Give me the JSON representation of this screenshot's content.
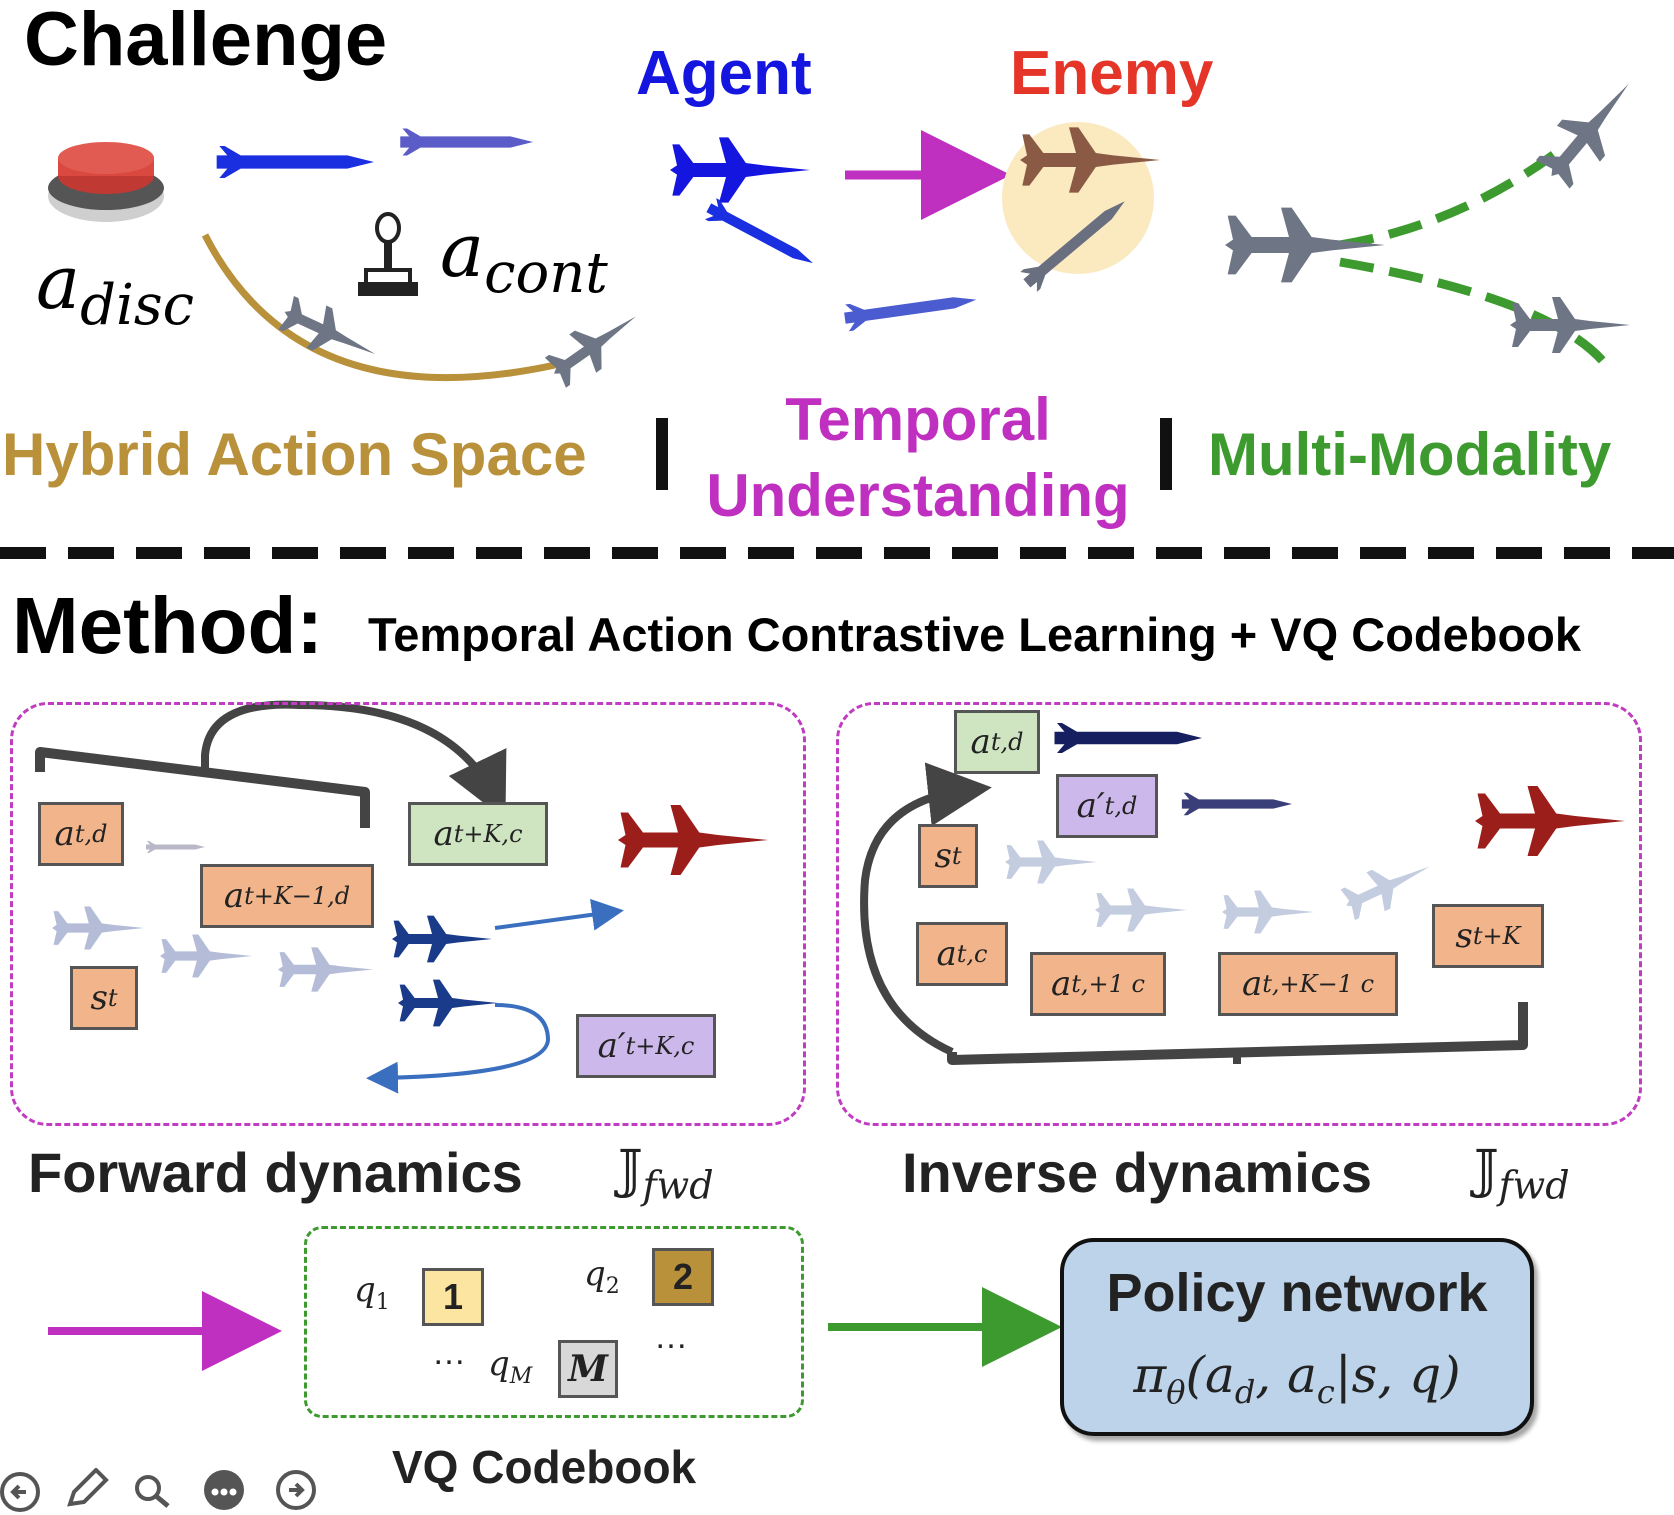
{
  "challenge": {
    "title": "Challenge",
    "agent_label": "Agent",
    "enemy_label": "Enemy",
    "a_disc": "a",
    "a_disc_sub": "disc",
    "a_cont": "a",
    "a_cont_sub": "cont",
    "hybrid_label": "Hybrid Action Space",
    "temporal_line1": "Temporal",
    "temporal_line2": "Understanding",
    "multimodality_label": "Multi-Modality",
    "colors": {
      "hybrid": "#b8913a",
      "temporal": "#c030c0",
      "multi": "#3d9a2e",
      "agent": "#1515e0",
      "enemy": "#e53428"
    }
  },
  "method": {
    "title": "Method:",
    "subtitle": "Temporal Action Contrastive Learning + VQ Codebook"
  },
  "forward": {
    "boxes": {
      "a_td": "a",
      "a_td_sub": "t,d",
      "a_tk1d": "a",
      "a_tk1d_sub": "t+K−1,d",
      "a_tkc": "a",
      "a_tkc_sub": "t+K,c",
      "s_t": "s",
      "s_t_sub": "t",
      "a_prime_tkc": "a′",
      "a_prime_tkc_sub": "t+K,c"
    },
    "label": "Forward dynamics",
    "loss": "𝕁",
    "loss_sub": "fwd"
  },
  "inverse": {
    "boxes": {
      "a_td": "a",
      "a_td_sub": "t,d",
      "a_prime_td": "a′",
      "a_prime_td_sub": "t,d",
      "s_t": "s",
      "s_t_sub": "t",
      "a_tc": "a",
      "a_tc_sub": "t,c",
      "a_t1c": "a",
      "a_t1c_sub": "t,+1 c",
      "a_tk1c": "a",
      "a_tk1c_sub": "t,+K−1 c",
      "s_tk": "s",
      "s_tk_sub": "t+K"
    },
    "label": "Inverse dynamics",
    "loss": "𝕁",
    "loss_sub": "fwd"
  },
  "codebook": {
    "q1": "q",
    "q1_sub": "1",
    "q2": "q",
    "q2_sub": "2",
    "qm": "q",
    "qm_sub": "M",
    "code1": "1",
    "code2": "2",
    "codem": "M",
    "ellipsis1": "…",
    "ellipsis2": "…",
    "label": "VQ Codebook",
    "colors": {
      "code1": "#fbe5a0",
      "code2": "#b8913a",
      "codem": "#d8d8d8"
    }
  },
  "policy": {
    "title": "Policy network",
    "formula": "π",
    "formula_sub": "θ",
    "formula_rest": "(a",
    "formula_ad_sub": "d",
    "formula_comma": ", a",
    "formula_ac_sub": "c",
    "formula_end": "|s, q)",
    "color": "#bcd3ea"
  },
  "toolbar": {
    "items": [
      "back-icon",
      "pencil-icon",
      "search-icon",
      "more-icon",
      "forward-icon"
    ]
  }
}
